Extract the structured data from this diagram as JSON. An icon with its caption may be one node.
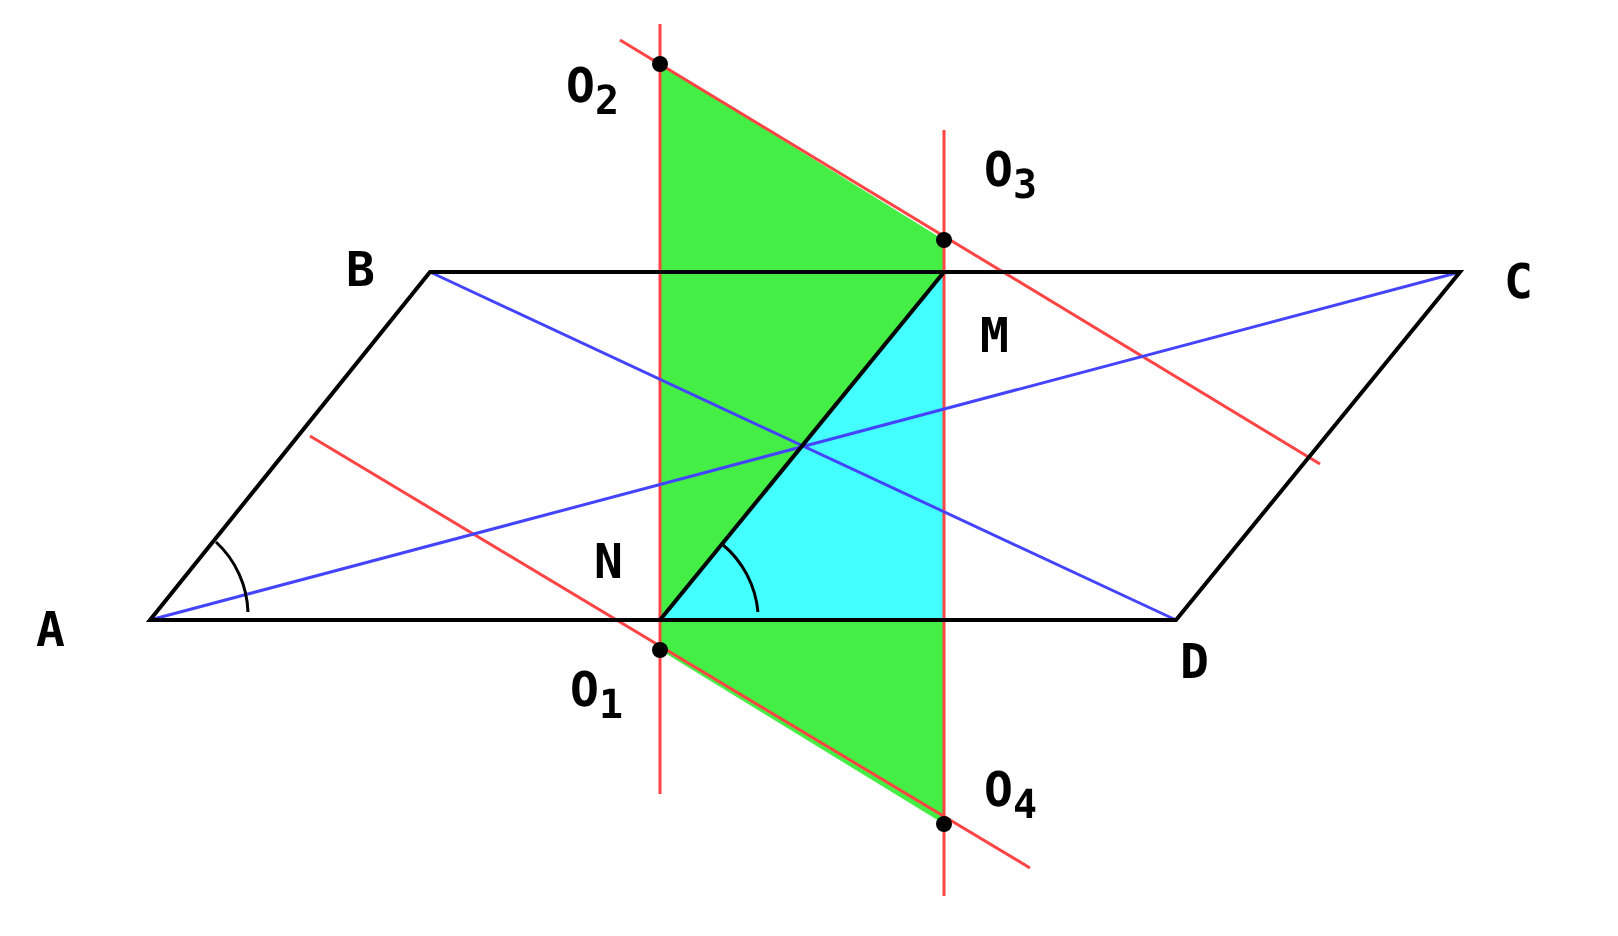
{
  "diagram": {
    "labels": [
      "O$_{2}$",
      "O$_{3}$",
      "B",
      "C",
      "M",
      "N",
      "A",
      "D",
      "O$_{1}$",
      "O$_{4}$"
    ]
  }
}
